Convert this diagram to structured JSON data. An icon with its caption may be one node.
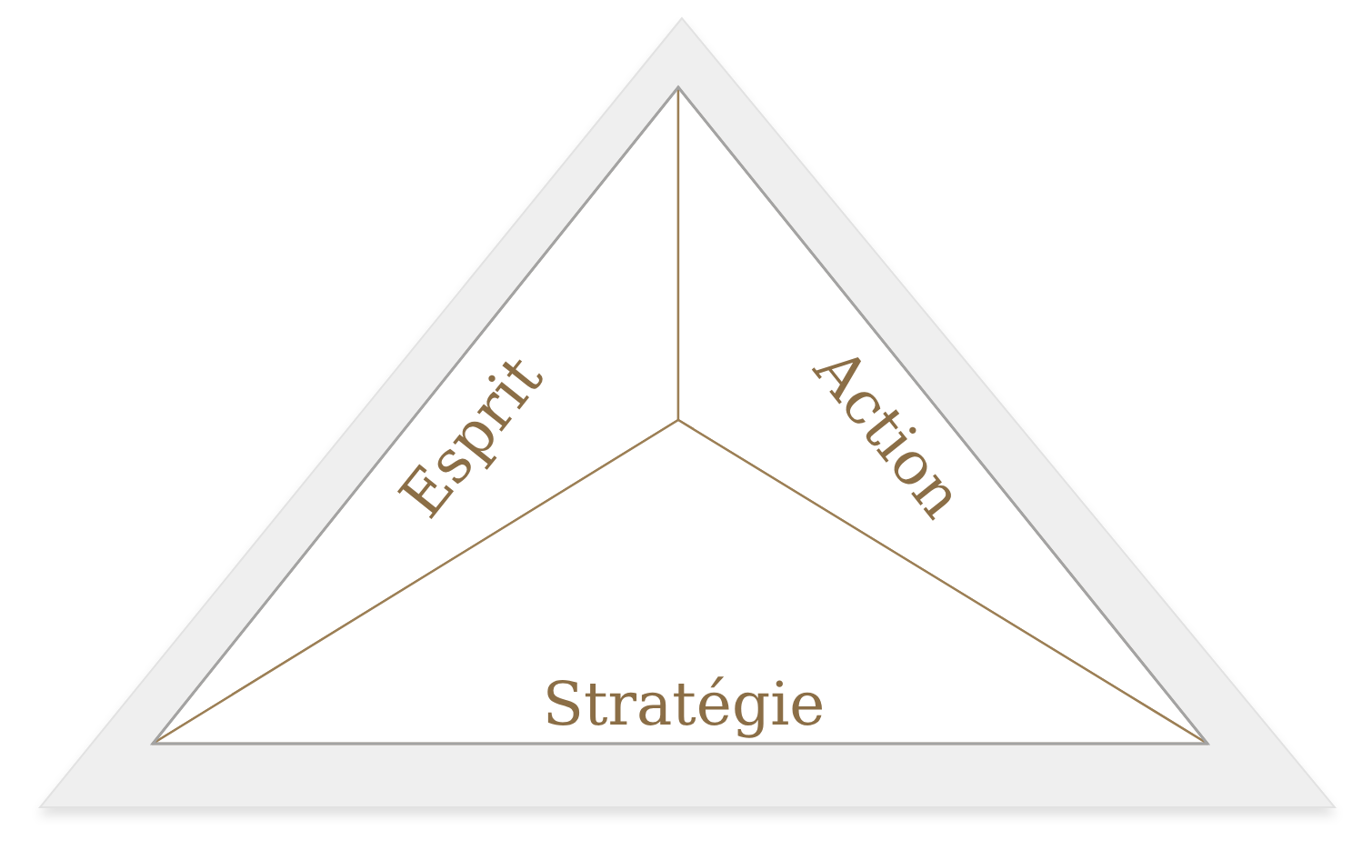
{
  "diagram": {
    "nodes": [
      {
        "text": [
          "Esprit"
        ]
      },
      {
        "text": [
          "Action"
        ]
      },
      {
        "text": [
          "Stratégie"
        ]
      }
    ]
  }
}
